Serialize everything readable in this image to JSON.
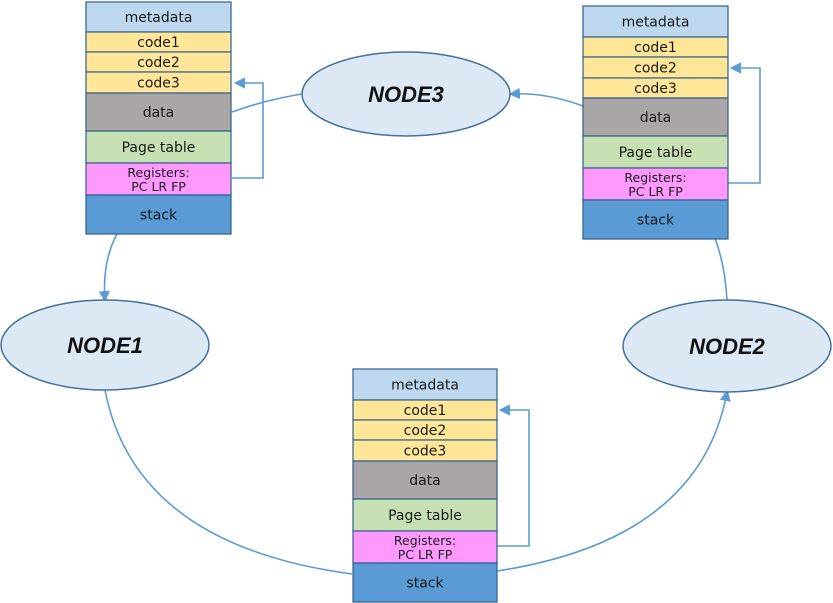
{
  "colors": {
    "metadata": "#bdd7ee",
    "code": "#ffe699",
    "data": "#aba6a6",
    "page_table": "#c6e0b4",
    "registers": "#ff99ff",
    "stack": "#5b9bd5",
    "ellipse_fill": "#dce9f5",
    "ellipse_stroke": "#41719c",
    "border": "#2e5f8a",
    "arrow": "#5b9bd5"
  },
  "nodes": [
    {
      "id": "node1",
      "label": "NODE1"
    },
    {
      "id": "node2",
      "label": "NODE2"
    },
    {
      "id": "node3",
      "label": "NODE3"
    }
  ],
  "memory_blocks": [
    {
      "id": "block-top-left",
      "segments": [
        {
          "kind": "metadata",
          "lines": [
            "metadata"
          ]
        },
        {
          "kind": "code",
          "lines": [
            "code1"
          ]
        },
        {
          "kind": "code",
          "lines": [
            "code2"
          ]
        },
        {
          "kind": "code",
          "lines": [
            "code3"
          ]
        },
        {
          "kind": "data",
          "lines": [
            "data"
          ]
        },
        {
          "kind": "page_table",
          "lines": [
            "Page table"
          ]
        },
        {
          "kind": "registers",
          "lines": [
            "Registers:",
            "PC LR FP"
          ]
        },
        {
          "kind": "stack",
          "lines": [
            "stack"
          ]
        }
      ]
    },
    {
      "id": "block-top-right",
      "segments": [
        {
          "kind": "metadata",
          "lines": [
            "metadata"
          ]
        },
        {
          "kind": "code",
          "lines": [
            "code1"
          ]
        },
        {
          "kind": "code",
          "lines": [
            "code2"
          ]
        },
        {
          "kind": "code",
          "lines": [
            "code3"
          ]
        },
        {
          "kind": "data",
          "lines": [
            "data"
          ]
        },
        {
          "kind": "page_table",
          "lines": [
            "Page table"
          ]
        },
        {
          "kind": "registers",
          "lines": [
            "Registers:",
            "PC LR FP"
          ]
        },
        {
          "kind": "stack",
          "lines": [
            "stack"
          ]
        }
      ]
    },
    {
      "id": "block-bottom",
      "segments": [
        {
          "kind": "metadata",
          "lines": [
            "metadata"
          ]
        },
        {
          "kind": "code",
          "lines": [
            "code1"
          ]
        },
        {
          "kind": "code",
          "lines": [
            "code2"
          ]
        },
        {
          "kind": "code",
          "lines": [
            "code3"
          ]
        },
        {
          "kind": "data",
          "lines": [
            "data"
          ]
        },
        {
          "kind": "page_table",
          "lines": [
            "Page table"
          ]
        },
        {
          "kind": "registers",
          "lines": [
            "Registers:",
            "PC LR FP"
          ]
        },
        {
          "kind": "stack",
          "lines": [
            "stack"
          ]
        }
      ]
    }
  ]
}
